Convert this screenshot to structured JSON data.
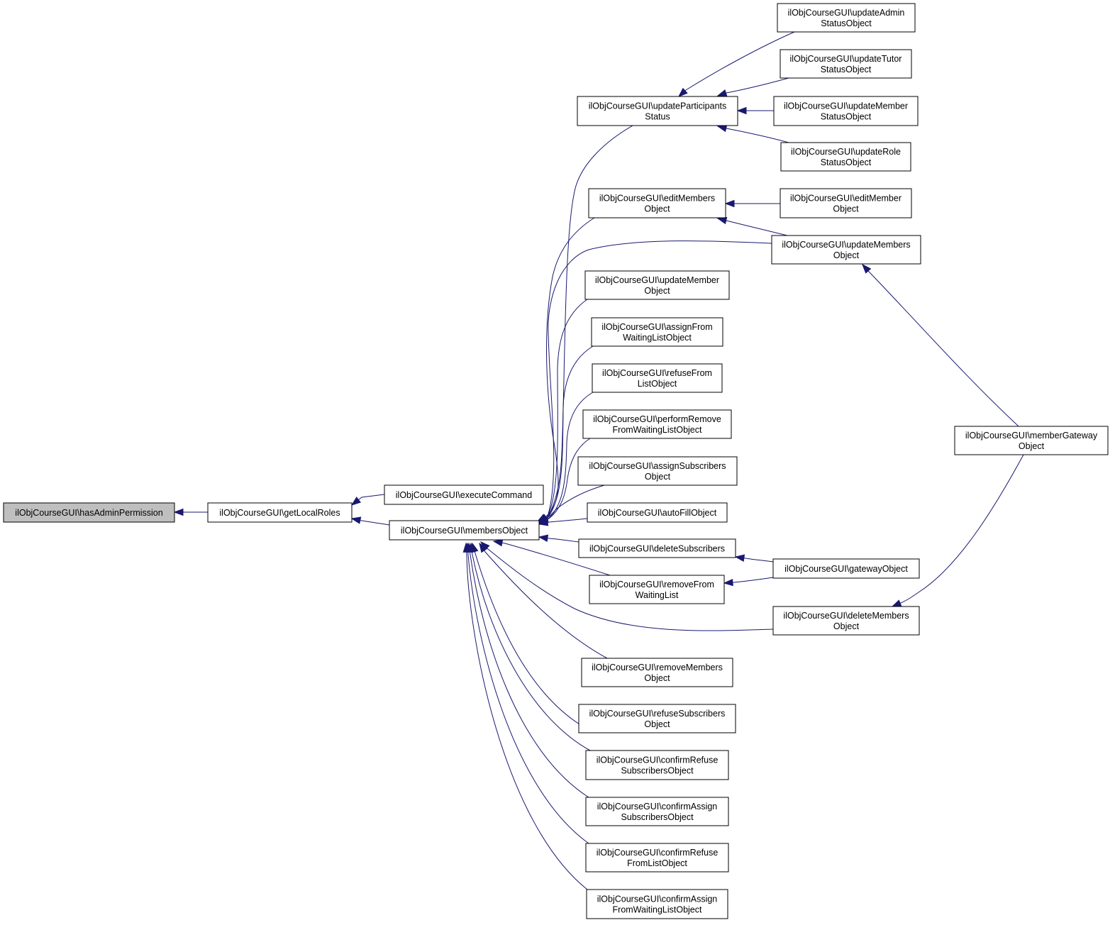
{
  "graph": {
    "kind": "caller-graph",
    "nodes": [
      {
        "id": "hasAdminPermission",
        "lines": [
          "ilObjCourseGUI\\hasAdminPermission"
        ],
        "current": true
      },
      {
        "id": "getLocalRoles",
        "lines": [
          "ilObjCourseGUI\\getLocalRoles"
        ]
      },
      {
        "id": "executeCommand",
        "lines": [
          "ilObjCourseGUI\\executeCommand"
        ]
      },
      {
        "id": "membersObject",
        "lines": [
          "ilObjCourseGUI\\membersObject"
        ]
      },
      {
        "id": "updateParticipantsStatus",
        "lines": [
          "ilObjCourseGUI\\updateParticipants",
          "Status"
        ]
      },
      {
        "id": "updateAdminStatusObject",
        "lines": [
          "ilObjCourseGUI\\updateAdmin",
          "StatusObject"
        ]
      },
      {
        "id": "updateTutorStatusObject",
        "lines": [
          "ilObjCourseGUI\\updateTutor",
          "StatusObject"
        ]
      },
      {
        "id": "updateMemberStatusObject",
        "lines": [
          "ilObjCourseGUI\\updateMember",
          "StatusObject"
        ]
      },
      {
        "id": "updateRoleStatusObject",
        "lines": [
          "ilObjCourseGUI\\updateRole",
          "StatusObject"
        ]
      },
      {
        "id": "editMembersObject",
        "lines": [
          "ilObjCourseGUI\\editMembers",
          "Object"
        ]
      },
      {
        "id": "editMemberObject",
        "lines": [
          "ilObjCourseGUI\\editMember",
          "Object"
        ]
      },
      {
        "id": "updateMembersObject",
        "lines": [
          "ilObjCourseGUI\\updateMembers",
          "Object"
        ]
      },
      {
        "id": "updateMemberObject",
        "lines": [
          "ilObjCourseGUI\\updateMember",
          "Object"
        ]
      },
      {
        "id": "assignFromWaitingListObject",
        "lines": [
          "ilObjCourseGUI\\assignFrom",
          "WaitingListObject"
        ]
      },
      {
        "id": "refuseFromListObject",
        "lines": [
          "ilObjCourseGUI\\refuseFrom",
          "ListObject"
        ]
      },
      {
        "id": "performRemoveFromWaitingListObject",
        "lines": [
          "ilObjCourseGUI\\performRemove",
          "FromWaitingListObject"
        ]
      },
      {
        "id": "assignSubscribersObject",
        "lines": [
          "ilObjCourseGUI\\assignSubscribers",
          "Object"
        ]
      },
      {
        "id": "autoFillObject",
        "lines": [
          "ilObjCourseGUI\\autoFillObject"
        ]
      },
      {
        "id": "deleteSubscribers",
        "lines": [
          "ilObjCourseGUI\\deleteSubscribers"
        ]
      },
      {
        "id": "removeFromWaitingList",
        "lines": [
          "ilObjCourseGUI\\removeFrom",
          "WaitingList"
        ]
      },
      {
        "id": "gatewayObject",
        "lines": [
          "ilObjCourseGUI\\gatewayObject"
        ]
      },
      {
        "id": "deleteMembersObject",
        "lines": [
          "ilObjCourseGUI\\deleteMembers",
          "Object"
        ]
      },
      {
        "id": "memberGatewayObject",
        "lines": [
          "ilObjCourseGUI\\memberGateway",
          "Object"
        ]
      },
      {
        "id": "removeMembersObject",
        "lines": [
          "ilObjCourseGUI\\removeMembers",
          "Object"
        ]
      },
      {
        "id": "refuseSubscribersObject",
        "lines": [
          "ilObjCourseGUI\\refuseSubscribers",
          "Object"
        ]
      },
      {
        "id": "confirmRefuseSubscribersObject",
        "lines": [
          "ilObjCourseGUI\\confirmRefuse",
          "SubscribersObject"
        ]
      },
      {
        "id": "confirmAssignSubscribersObject",
        "lines": [
          "ilObjCourseGUI\\confirmAssign",
          "SubscribersObject"
        ]
      },
      {
        "id": "confirmRefuseFromListObject",
        "lines": [
          "ilObjCourseGUI\\confirmRefuse",
          "FromListObject"
        ]
      },
      {
        "id": "confirmAssignFromWaitingListObject",
        "lines": [
          "ilObjCourseGUI\\confirmAssign",
          "FromWaitingListObject"
        ]
      }
    ],
    "edges": [
      {
        "from": "getLocalRoles",
        "to": "hasAdminPermission"
      },
      {
        "from": "executeCommand",
        "to": "getLocalRoles"
      },
      {
        "from": "membersObject",
        "to": "getLocalRoles"
      },
      {
        "from": "updateParticipantsStatus",
        "to": "membersObject"
      },
      {
        "from": "updateAdminStatusObject",
        "to": "updateParticipantsStatus"
      },
      {
        "from": "updateTutorStatusObject",
        "to": "updateParticipantsStatus"
      },
      {
        "from": "updateMemberStatusObject",
        "to": "updateParticipantsStatus"
      },
      {
        "from": "updateRoleStatusObject",
        "to": "updateParticipantsStatus"
      },
      {
        "from": "editMembersObject",
        "to": "membersObject"
      },
      {
        "from": "editMemberObject",
        "to": "editMembersObject"
      },
      {
        "from": "updateMembersObject",
        "to": "editMembersObject"
      },
      {
        "from": "updateMembersObject",
        "to": "membersObject"
      },
      {
        "from": "memberGatewayObject",
        "to": "updateMembersObject"
      },
      {
        "from": "updateMemberObject",
        "to": "membersObject"
      },
      {
        "from": "assignFromWaitingListObject",
        "to": "membersObject"
      },
      {
        "from": "refuseFromListObject",
        "to": "membersObject"
      },
      {
        "from": "performRemoveFromWaitingListObject",
        "to": "membersObject"
      },
      {
        "from": "assignSubscribersObject",
        "to": "membersObject"
      },
      {
        "from": "autoFillObject",
        "to": "membersObject"
      },
      {
        "from": "deleteSubscribers",
        "to": "membersObject"
      },
      {
        "from": "gatewayObject",
        "to": "deleteSubscribers"
      },
      {
        "from": "removeFromWaitingList",
        "to": "membersObject"
      },
      {
        "from": "gatewayObject",
        "to": "removeFromWaitingList"
      },
      {
        "from": "deleteMembersObject",
        "to": "membersObject"
      },
      {
        "from": "memberGatewayObject",
        "to": "deleteMembersObject"
      },
      {
        "from": "removeMembersObject",
        "to": "membersObject"
      },
      {
        "from": "refuseSubscribersObject",
        "to": "membersObject"
      },
      {
        "from": "confirmRefuseSubscribersObject",
        "to": "membersObject"
      },
      {
        "from": "confirmAssignSubscribersObject",
        "to": "membersObject"
      },
      {
        "from": "confirmRefuseFromListObject",
        "to": "membersObject"
      },
      {
        "from": "confirmAssignFromWaitingListObject",
        "to": "membersObject"
      }
    ]
  },
  "colors": {
    "edge": "#191970",
    "node_border": "#000000",
    "node_fill": "#ffffff",
    "current_node_fill": "#bfbfbf",
    "text": "#000000",
    "background": "#ffffff"
  }
}
